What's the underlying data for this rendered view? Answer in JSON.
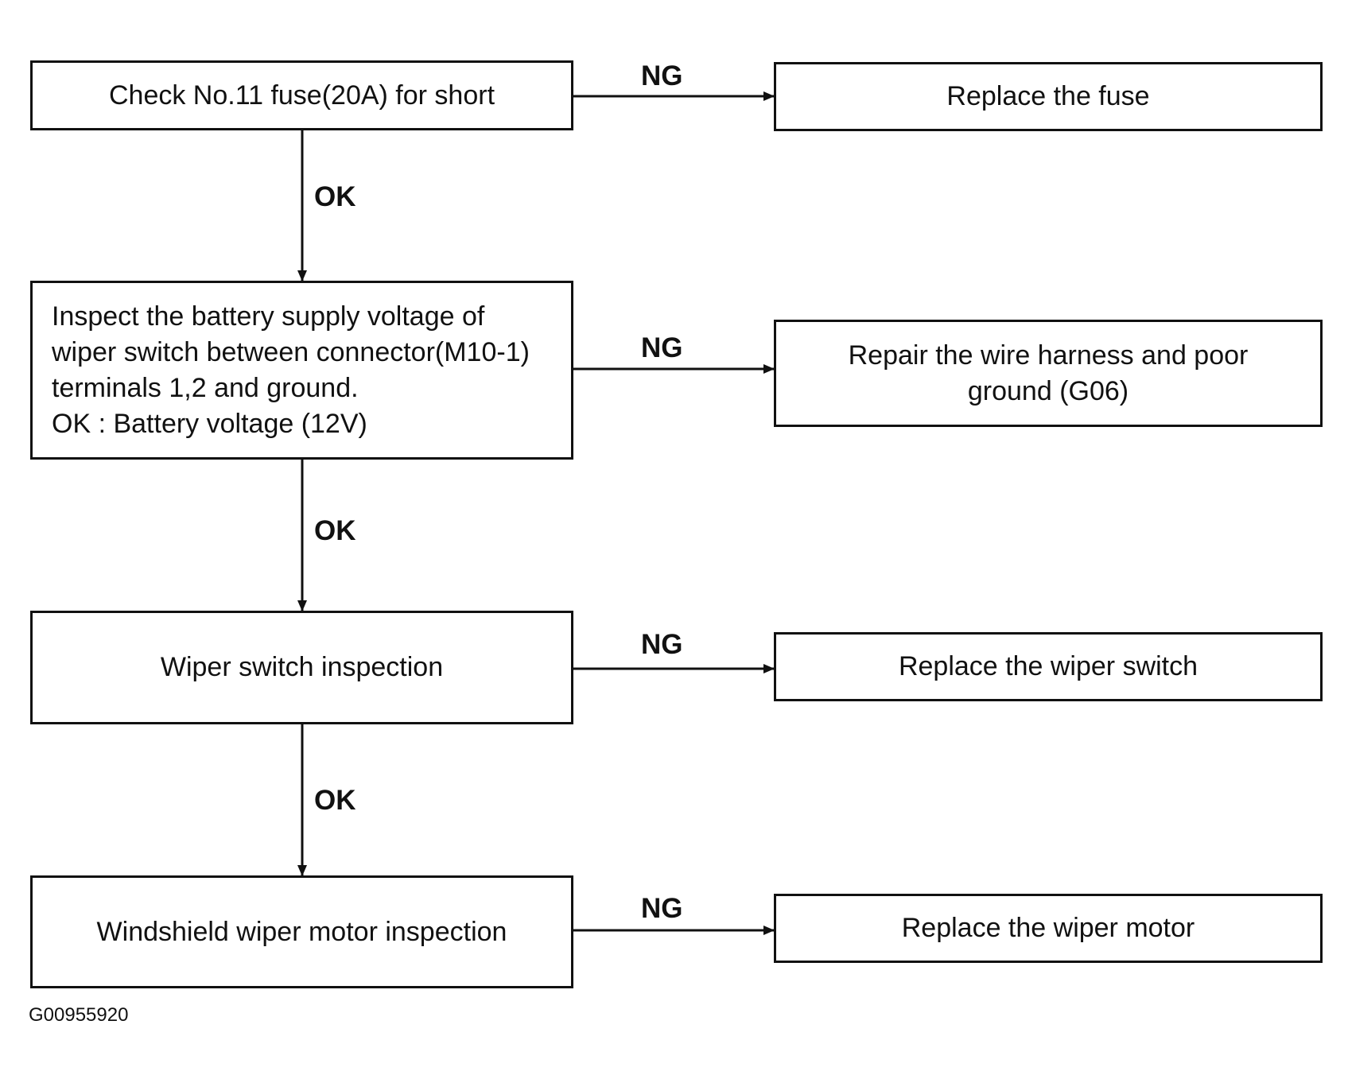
{
  "flow": {
    "steps": [
      {
        "check": "Check No.11 fuse(20A) for short",
        "ng_action": "Replace the fuse"
      },
      {
        "check_lines": [
          "Inspect the battery supply voltage of",
          "wiper switch between connector(M10-1)",
          "terminals 1,2 and ground.",
          "OK : Battery voltage (12V)"
        ],
        "ng_action_lines": [
          "Repair the wire harness and poor",
          "ground (G06)"
        ]
      },
      {
        "check": "Wiper switch inspection",
        "ng_action": "Replace the wiper switch"
      },
      {
        "check": "Windshield wiper motor inspection",
        "ng_action": "Replace the wiper motor"
      }
    ],
    "ok_label": "OK",
    "ng_label": "NG"
  },
  "figure_id": "G00955920"
}
